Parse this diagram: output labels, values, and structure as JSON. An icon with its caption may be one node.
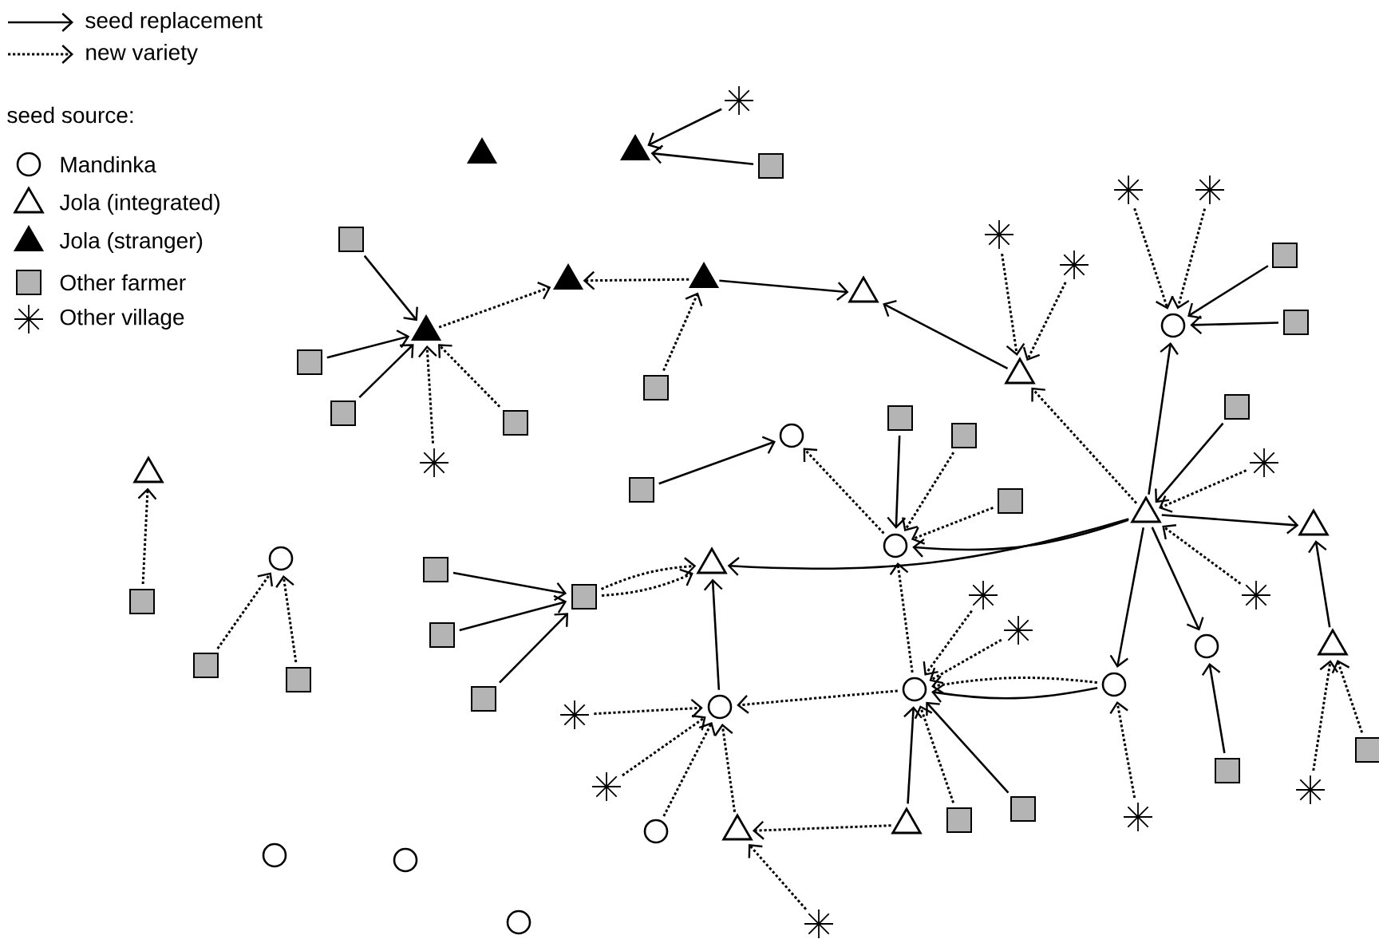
{
  "diagram": {
    "nodes": [
      {
        "text": [],
        "shape": "star"
      },
      {
        "text": [],
        "shape": "filled-triangle"
      },
      {
        "text": [],
        "shape": "filled-triangle"
      },
      {
        "text": [],
        "shape": "box"
      },
      {
        "text": [],
        "shape": "star"
      },
      {
        "text": [],
        "shape": "star"
      },
      {
        "text": [],
        "shape": "star"
      },
      {
        "text": [],
        "shape": "box"
      },
      {
        "text": [],
        "shape": "box"
      },
      {
        "text": [],
        "shape": "star"
      },
      {
        "text": [],
        "shape": "filled-triangle"
      },
      {
        "text": [],
        "shape": "filled-triangle"
      },
      {
        "text": [],
        "shape": "triangle"
      },
      {
        "text": [],
        "shape": "circle"
      },
      {
        "text": [],
        "shape": "box"
      },
      {
        "text": [],
        "shape": "filled-triangle"
      },
      {
        "text": [],
        "shape": "box"
      },
      {
        "text": [],
        "shape": "triangle"
      },
      {
        "text": [],
        "shape": "box"
      },
      {
        "text": [],
        "shape": "box"
      },
      {
        "text": [],
        "shape": "box"
      },
      {
        "text": [],
        "shape": "box"
      },
      {
        "text": [],
        "shape": "box"
      },
      {
        "text": [],
        "shape": "box"
      },
      {
        "text": [],
        "shape": "circle"
      },
      {
        "text": [],
        "shape": "star"
      },
      {
        "text": [],
        "shape": "star"
      },
      {
        "text": [],
        "shape": "triangle"
      },
      {
        "text": [],
        "shape": "box"
      },
      {
        "text": [],
        "shape": "box"
      },
      {
        "text": [],
        "shape": "triangle"
      },
      {
        "text": [],
        "shape": "triangle"
      },
      {
        "text": [],
        "shape": "circle"
      },
      {
        "text": [],
        "shape": "circle"
      },
      {
        "text": [],
        "shape": "triangle"
      },
      {
        "text": [],
        "shape": "box"
      },
      {
        "text": [],
        "shape": "star"
      },
      {
        "text": [],
        "shape": "box"
      },
      {
        "text": [],
        "shape": "star"
      },
      {
        "text": [],
        "shape": "box"
      },
      {
        "text": [],
        "shape": "star"
      },
      {
        "text": [],
        "shape": "box"
      },
      {
        "text": [],
        "shape": "triangle"
      },
      {
        "text": [],
        "shape": "circle"
      },
      {
        "text": [],
        "shape": "box"
      },
      {
        "text": [],
        "shape": "box"
      },
      {
        "text": [],
        "shape": "circle"
      },
      {
        "text": [],
        "shape": "circle"
      },
      {
        "text": [],
        "shape": "box"
      },
      {
        "text": [],
        "shape": "circle"
      },
      {
        "text": [],
        "shape": "star"
      },
      {
        "text": [],
        "shape": "box"
      },
      {
        "text": [],
        "shape": "box"
      },
      {
        "text": [],
        "shape": "box"
      },
      {
        "text": [],
        "shape": "star"
      },
      {
        "text": [],
        "shape": "circle"
      },
      {
        "text": [],
        "shape": "triangle"
      },
      {
        "text": [],
        "shape": "triangle"
      },
      {
        "text": [],
        "shape": "box"
      },
      {
        "text": [],
        "shape": "star"
      },
      {
        "text": [],
        "shape": "star"
      },
      {
        "text": [],
        "shape": "circle"
      },
      {
        "text": [],
        "shape": "circle"
      },
      {
        "text": [],
        "shape": "star"
      },
      {
        "text": [],
        "shape": "circle"
      }
    ],
    "edges": [
      {
        "from": 0,
        "to": 2,
        "arrow": "to"
      },
      {
        "from": 3,
        "to": 2,
        "arrow": "to"
      },
      {
        "from": 7,
        "to": 15,
        "arrow": "to"
      },
      {
        "from": 16,
        "to": 15,
        "arrow": "to"
      },
      {
        "from": 20,
        "to": 15,
        "arrow": "to"
      },
      {
        "from": 25,
        "to": 15,
        "arrow": "to",
        "style": "dashed"
      },
      {
        "from": 21,
        "to": 15,
        "arrow": "to",
        "style": "dashed"
      },
      {
        "from": 15,
        "to": 10,
        "arrow": "to",
        "style": "dashed"
      },
      {
        "from": 11,
        "to": 10,
        "arrow": "to",
        "style": "dashed"
      },
      {
        "from": 18,
        "to": 11,
        "arrow": "to",
        "style": "dashed"
      },
      {
        "from": 11,
        "to": 12,
        "arrow": "to"
      },
      {
        "from": 17,
        "to": 12,
        "arrow": "to"
      },
      {
        "from": 6,
        "to": 17,
        "arrow": "to",
        "style": "dashed"
      },
      {
        "from": 9,
        "to": 17,
        "arrow": "to",
        "style": "dashed"
      },
      {
        "from": 30,
        "to": 17,
        "arrow": "to",
        "style": "dashed"
      },
      {
        "from": 4,
        "to": 13,
        "arrow": "to",
        "style": "dashed"
      },
      {
        "from": 5,
        "to": 13,
        "arrow": "to",
        "style": "dashed"
      },
      {
        "from": 8,
        "to": 13,
        "arrow": "to"
      },
      {
        "from": 14,
        "to": 13,
        "arrow": "to"
      },
      {
        "from": 30,
        "to": 13,
        "arrow": "to"
      },
      {
        "from": 19,
        "to": 30,
        "arrow": "to"
      },
      {
        "from": 26,
        "to": 30,
        "arrow": "to",
        "style": "dashed"
      },
      {
        "from": 36,
        "to": 30,
        "arrow": "to",
        "style": "dashed"
      },
      {
        "from": 30,
        "to": 31,
        "arrow": "to"
      },
      {
        "from": 30,
        "to": 32,
        "arrow": "to"
      },
      {
        "from": 30,
        "to": 34,
        "arrow": "to"
      },
      {
        "from": 30,
        "to": 46,
        "arrow": "to"
      },
      {
        "from": 30,
        "to": 43,
        "arrow": "to"
      },
      {
        "from": 42,
        "to": 31,
        "arrow": "to"
      },
      {
        "from": 59,
        "to": 42,
        "arrow": "to",
        "style": "dashed"
      },
      {
        "from": 51,
        "to": 42,
        "arrow": "to",
        "style": "dashed"
      },
      {
        "from": 53,
        "to": 43,
        "arrow": "to"
      },
      {
        "from": 60,
        "to": 46,
        "arrow": "to",
        "style": "dashed"
      },
      {
        "from": 46,
        "to": 47,
        "arrow": "to",
        "style": "dashed"
      },
      {
        "from": 46,
        "to": 47,
        "arrow": "to"
      },
      {
        "from": 57,
        "to": 47,
        "arrow": "to"
      },
      {
        "from": 58,
        "to": 47,
        "arrow": "to",
        "style": "dashed"
      },
      {
        "from": 52,
        "to": 47,
        "arrow": "to"
      },
      {
        "from": 38,
        "to": 47,
        "arrow": "to",
        "style": "dashed"
      },
      {
        "from": 40,
        "to": 47,
        "arrow": "to",
        "style": "dashed"
      },
      {
        "from": 47,
        "to": 49,
        "arrow": "to",
        "style": "dashed"
      },
      {
        "from": 47,
        "to": 32,
        "arrow": "to",
        "style": "dashed"
      },
      {
        "from": 22,
        "to": 32,
        "arrow": "to"
      },
      {
        "from": 23,
        "to": 32,
        "arrow": "to",
        "style": "dashed"
      },
      {
        "from": 29,
        "to": 32,
        "arrow": "to",
        "style": "dashed"
      },
      {
        "from": 32,
        "to": 24,
        "arrow": "to",
        "style": "dashed"
      },
      {
        "from": 28,
        "to": 24,
        "arrow": "to"
      },
      {
        "from": 35,
        "to": 37,
        "arrow": "to"
      },
      {
        "from": 41,
        "to": 37,
        "arrow": "to"
      },
      {
        "from": 48,
        "to": 37,
        "arrow": "to"
      },
      {
        "from": 37,
        "to": 34,
        "arrow": "to",
        "style": "dashed"
      },
      {
        "from": 37,
        "to": 34,
        "arrow": "to",
        "style": "dashed"
      },
      {
        "from": 49,
        "to": 34,
        "arrow": "to"
      },
      {
        "from": 50,
        "to": 49,
        "arrow": "to",
        "style": "dashed"
      },
      {
        "from": 54,
        "to": 49,
        "arrow": "to",
        "style": "dashed"
      },
      {
        "from": 55,
        "to": 49,
        "arrow": "to",
        "style": "dashed"
      },
      {
        "from": 56,
        "to": 49,
        "arrow": "to",
        "style": "dashed"
      },
      {
        "from": 57,
        "to": 56,
        "arrow": "to",
        "style": "dashed"
      },
      {
        "from": 63,
        "to": 56,
        "arrow": "to",
        "style": "dashed"
      },
      {
        "from": 39,
        "to": 27,
        "arrow": "to",
        "style": "dashed"
      },
      {
        "from": 44,
        "to": 33,
        "arrow": "to",
        "style": "dashed"
      },
      {
        "from": 45,
        "to": 33,
        "arrow": "to",
        "style": "dashed"
      }
    ],
    "labels": [
      "seed source:"
    ],
    "legend": [
      {
        "text": "seed replacement"
      },
      {
        "text": "new variety"
      },
      {
        "text": "Mandinka"
      },
      {
        "text": "Jola (integrated)"
      },
      {
        "text": "Jola (stranger)"
      },
      {
        "text": "Other farmer"
      },
      {
        "text": "Other village"
      }
    ]
  }
}
